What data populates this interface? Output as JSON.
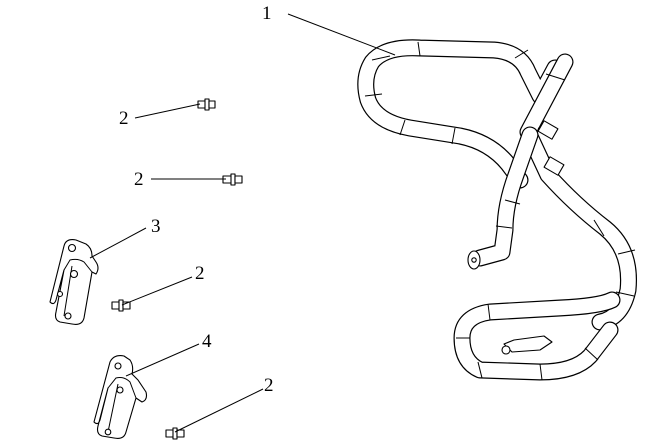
{
  "callouts": [
    {
      "id": "1",
      "text": "1"
    },
    {
      "id": "2a",
      "text": "2"
    },
    {
      "id": "2b",
      "text": "2"
    },
    {
      "id": "3",
      "text": "3"
    },
    {
      "id": "2c",
      "text": "2"
    },
    {
      "id": "4",
      "text": "4"
    },
    {
      "id": "2d",
      "text": "2"
    }
  ]
}
